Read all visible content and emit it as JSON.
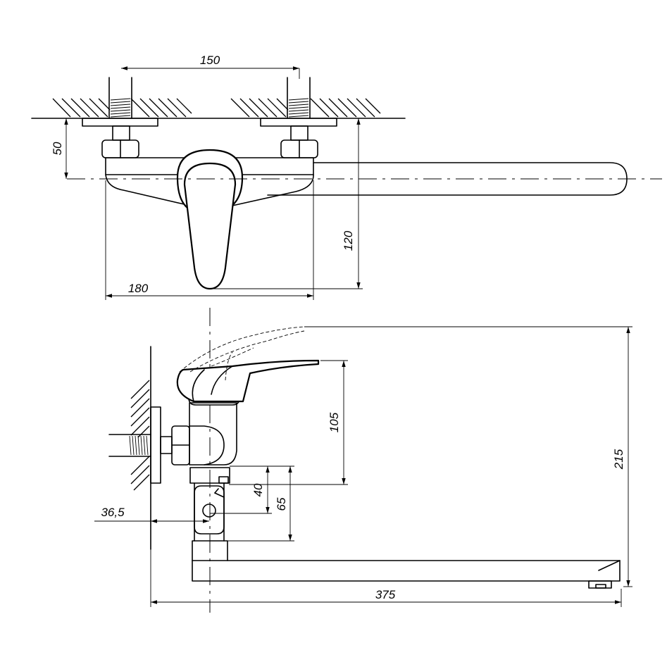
{
  "dimensions": {
    "inlet_spacing": "150",
    "wall_to_axis": "50",
    "body_height": "120",
    "body_width": "180",
    "lever_height": "105",
    "overall_height": "215",
    "connector_40": "40",
    "connector_65": "65",
    "wall_offset": "36,5",
    "spout_length": "375"
  }
}
